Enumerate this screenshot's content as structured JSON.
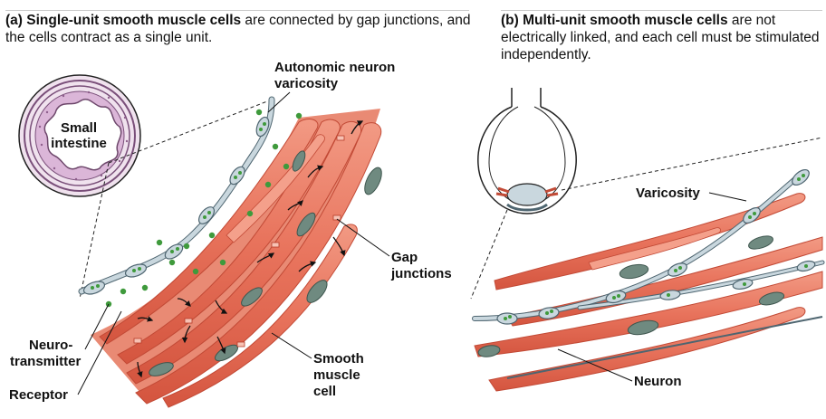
{
  "panel_a": {
    "letter": "(a)",
    "caption_bold": "Single-unit smooth muscle cells",
    "caption_rest": " are connected by gap junctions, and the cells contract as a single unit.",
    "inset_label_1": "Small",
    "inset_label_2": "intestine",
    "labels": {
      "autonomic_1": "Autonomic neuron",
      "autonomic_2": "varicosity",
      "gap_1": "Gap",
      "gap_2": "junctions",
      "neuro_1": "Neuro-",
      "neuro_2": "transmitter",
      "receptor": "Receptor",
      "smooth_1": "Smooth",
      "smooth_2": "muscle",
      "smooth_3": "cell"
    }
  },
  "panel_b": {
    "letter": "(b)",
    "caption_bold": "Multi-unit smooth muscle cells",
    "caption_rest": " are not electrically linked, and each cell must be stimulated independently.",
    "labels": {
      "varicosity": "Varicosity",
      "neuron": "Neuron"
    }
  },
  "colors": {
    "muscle": "#e8735c",
    "muscle_edge": "#c24a36",
    "nucleus": "#6f8a80",
    "neuron": "#b9c8d0",
    "vesicle": "#3f9a3c",
    "intestine": "#d9b3d6"
  }
}
